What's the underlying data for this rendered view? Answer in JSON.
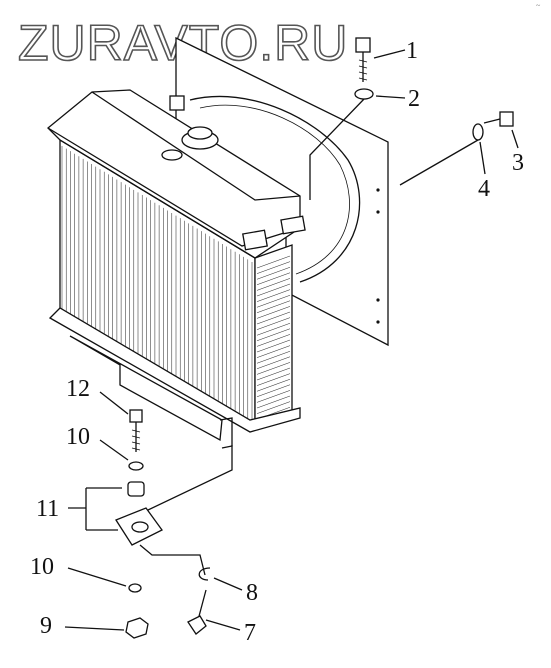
{
  "watermark": "ZURAVTO.RU",
  "callouts": {
    "c1": "1",
    "c2": "2",
    "c3": "3",
    "c4": "4",
    "c7": "7",
    "c8": "8",
    "c9": "9",
    "c10a": "10",
    "c10b": "10",
    "c11": "11",
    "c12": "12"
  }
}
